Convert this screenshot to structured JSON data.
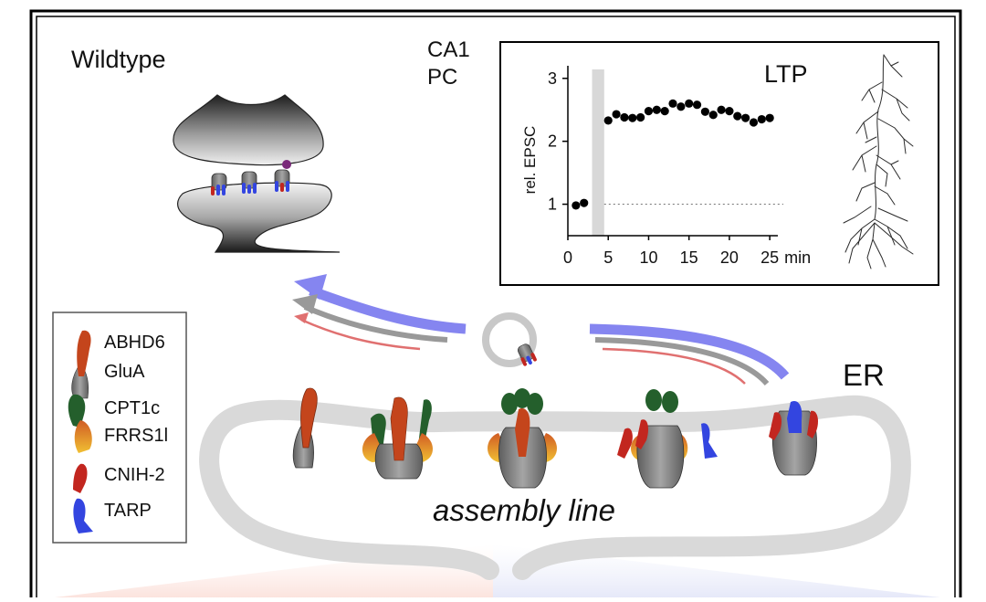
{
  "figure": {
    "wildtype_label": "Wildtype",
    "region_label_line1": "CA1",
    "region_label_line2": "PC",
    "ltp_label": "LTP",
    "er_label": "ER",
    "assembly_label": "assembly line"
  },
  "legend": {
    "items": [
      {
        "label": "ABHD6",
        "icon": "abhd6-glua-icon",
        "color": "#c4451c"
      },
      {
        "label": "GluA",
        "icon": "abhd6-glua-icon",
        "color": "#7d7d7d"
      },
      {
        "label": "CPT1c",
        "icon": "cpt1c-frrs1l-icon",
        "color": "#245f2c"
      },
      {
        "label": "FRRS1l",
        "icon": "cpt1c-frrs1l-icon",
        "color": "#e49a30"
      },
      {
        "label": "CNIH-2",
        "icon": "cnih2-icon",
        "color": "#c2261f"
      },
      {
        "label": "TARP",
        "icon": "tarp-icon",
        "color": "#3345e0"
      }
    ]
  },
  "colors": {
    "frame": "#000000",
    "er_membrane": "#d9d9d9",
    "arrow_blue": "#8585f0",
    "arrow_gray": "#999999",
    "arrow_red": "#e07070",
    "stim_bar": "#d8d8d8"
  },
  "chart_data": {
    "type": "scatter",
    "ylabel": "rel. EPSC",
    "x_unit_label": "min",
    "xlim": [
      0,
      26
    ],
    "ylim": [
      0.5,
      3.2
    ],
    "xticks": [
      0,
      5,
      10,
      15,
      20,
      25
    ],
    "yticks": [
      1,
      2,
      3
    ],
    "baseline": 1,
    "stimulation_window": [
      3,
      4.5
    ],
    "points": [
      {
        "x": 1,
        "y": 0.98
      },
      {
        "x": 2,
        "y": 1.02
      },
      {
        "x": 5,
        "y": 2.33
      },
      {
        "x": 6,
        "y": 2.43
      },
      {
        "x": 7,
        "y": 2.38
      },
      {
        "x": 8,
        "y": 2.37
      },
      {
        "x": 9,
        "y": 2.38
      },
      {
        "x": 10,
        "y": 2.48
      },
      {
        "x": 11,
        "y": 2.5
      },
      {
        "x": 12,
        "y": 2.48
      },
      {
        "x": 13,
        "y": 2.6
      },
      {
        "x": 14,
        "y": 2.55
      },
      {
        "x": 15,
        "y": 2.6
      },
      {
        "x": 16,
        "y": 2.58
      },
      {
        "x": 17,
        "y": 2.47
      },
      {
        "x": 18,
        "y": 2.42
      },
      {
        "x": 19,
        "y": 2.5
      },
      {
        "x": 20,
        "y": 2.48
      },
      {
        "x": 21,
        "y": 2.4
      },
      {
        "x": 22,
        "y": 2.37
      },
      {
        "x": 23,
        "y": 2.3
      },
      {
        "x": 24,
        "y": 2.35
      },
      {
        "x": 25,
        "y": 2.37
      }
    ]
  }
}
